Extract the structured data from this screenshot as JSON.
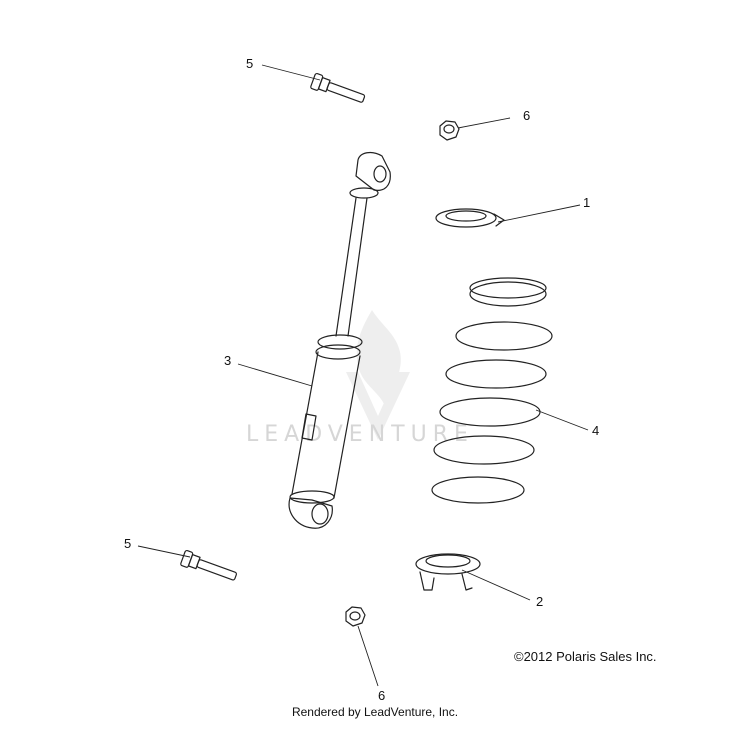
{
  "diagram": {
    "callouts": [
      {
        "id": "c5-top",
        "label": "5"
      },
      {
        "id": "c6-top",
        "label": "6"
      },
      {
        "id": "c1",
        "label": "1"
      },
      {
        "id": "c3",
        "label": "3"
      },
      {
        "id": "c4",
        "label": "4"
      },
      {
        "id": "c5-bottom",
        "label": "5"
      },
      {
        "id": "c2",
        "label": "2"
      },
      {
        "id": "c6-bottom",
        "label": "6"
      }
    ],
    "watermark": "LEADVENTURE",
    "copyright": "©2012 Polaris Sales Inc.",
    "footer": "Rendered by LeadVenture, Inc."
  }
}
